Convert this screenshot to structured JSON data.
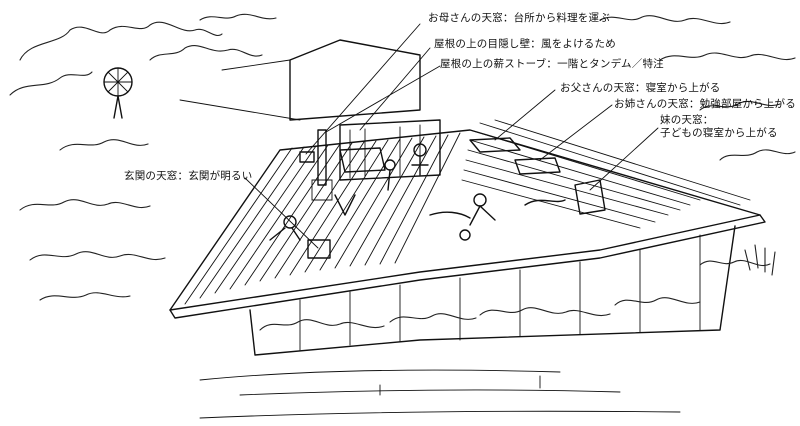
{
  "annotations": {
    "mother_skylight": "お母さんの天窓：台所から料理を運ぶ",
    "roof_screen_wall": "屋根の上の目隠し壁：風をよけるため",
    "roof_wood_stove": "屋根の上の薪ストーブ：一階とタンデム／特注",
    "father_skylight": "お父さんの天窓：寝室から上がる",
    "sister_skylight": "お姉さんの天窓：勉強部屋から上がる",
    "younger_sister_skylight_title": "妹の天窓：",
    "younger_sister_skylight_desc": "子どもの寝室から上がる",
    "entrance_skylight": "玄関の天窓：玄関が明るい"
  },
  "colors": {
    "ink": "#111111",
    "paper": "#ffffff"
  }
}
